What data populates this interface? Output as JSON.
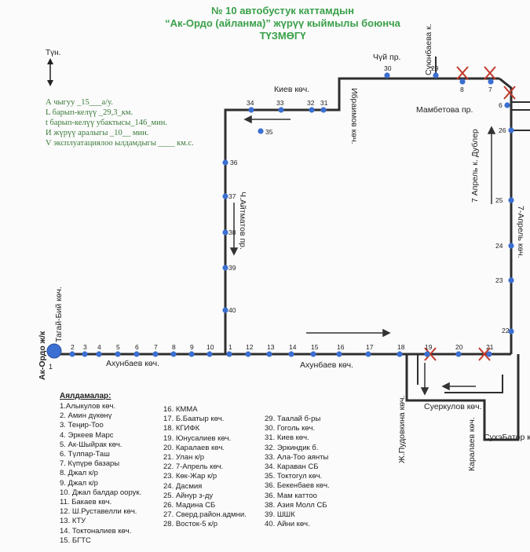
{
  "title": {
    "line1": "№ 10  автобустук каттамдын",
    "line2": "“Ак-Ордо (айланма)” жүрүү кыймылы боюнча",
    "line3": "ТҮЗМӨГҮ"
  },
  "compass": {
    "north": "Түн."
  },
  "info": [
    "А чыгуу   _15___а/у.",
    "L барып-келүү   _29,3_км.",
    "t барып-келүү убактысы_146_мин.",
    "И жүрүү аралыгы _10__     мин.",
    "V эксплуатациялоо ылдамдыгы ____ км.с."
  ],
  "streets": {
    "ak_ordo": "Ак-Ордо ж/к",
    "tagai_biy": "Тагай-Бий көч.",
    "akhunbaev_left": "Ахунбаев  көч.",
    "akhunbaev_right": "Ахунбаев көч.",
    "aitmatov": "Ч.Айтматов пр.",
    "kiev": "Киев көч.",
    "ibraimov": "Ибраимов көч.",
    "chui": "Чүй пр.",
    "suyunbaeva": "Суюнбаева к.",
    "mambetova": "Мамбетова пр.",
    "april7_dubler": "7 Апрель к. Дублер",
    "april7": "7-Апрель көч.",
    "pudovkina": "Ж.Пудовкина көч.",
    "suerkulov": "Суеркулов көч.",
    "karalaeva": "Каралаев көч.",
    "sukhbator": "СухэБатор көч."
  },
  "start_stop_label": "1",
  "stops_title": "Аялдамалар:",
  "stops": {
    "col1": [
      "1.Алыкулов көч.",
      "2. Амин дүкөнү",
      "3. Теңир-Тоо",
      "4. Эркеев Марс",
      "5. Ак-Шыйрак көч.",
      "6. Түлпар-Таш",
      "7. Күпүрө базары",
      "8. Джал к/р",
      "9. Джал к/р",
      "10. Джал балдар оорук.",
      "11. Бакаев көч.",
      "12. Ш.Руставелли көч.",
      "13. КТУ",
      "14. Токтоналиев көч.",
      "15. БГТС"
    ],
    "col2": [
      "16. КММА",
      "17. Б.Баатыр көч.",
      "18. КГИФК",
      "19. Юнусалиев көч.",
      "20. Каралаев көч.",
      "21. Улан к/р",
      "22. 7-Апрель көч.",
      "23. Көк-Жар к/р",
      "24. Дасмия",
      "25. Айнур з-ду",
      "26. Мадина СБ",
      "27. Сверд.район.адмни.",
      "28. Восток-5 к/р"
    ],
    "col3": [
      "29. Таалай б-ры",
      "30. Гоголь көч.",
      "31. Киев көч.",
      "32. Эркиндик б.",
      "33. Ала-Тоо аянты",
      "34. Караван СБ",
      "35. Токтогул көч.",
      "36. Бекенбаев көч.",
      "36. Мам каттоо",
      "38. Азия Молл СБ",
      "39. ШШК",
      "40. Айни көч."
    ]
  },
  "map_stop_labels": [
    "2",
    "3",
    "4",
    "5",
    "6",
    "7",
    "8",
    "9",
    "10",
    "1",
    "12",
    "13",
    "14",
    "15",
    "16",
    "17",
    "18",
    "19",
    "20",
    "21",
    "22",
    "23",
    "24",
    "25",
    "26",
    "6",
    "7",
    "8",
    "29",
    "30",
    "31",
    "32",
    "33",
    "34",
    "35",
    "36",
    "37",
    "38",
    "39",
    "40"
  ]
}
